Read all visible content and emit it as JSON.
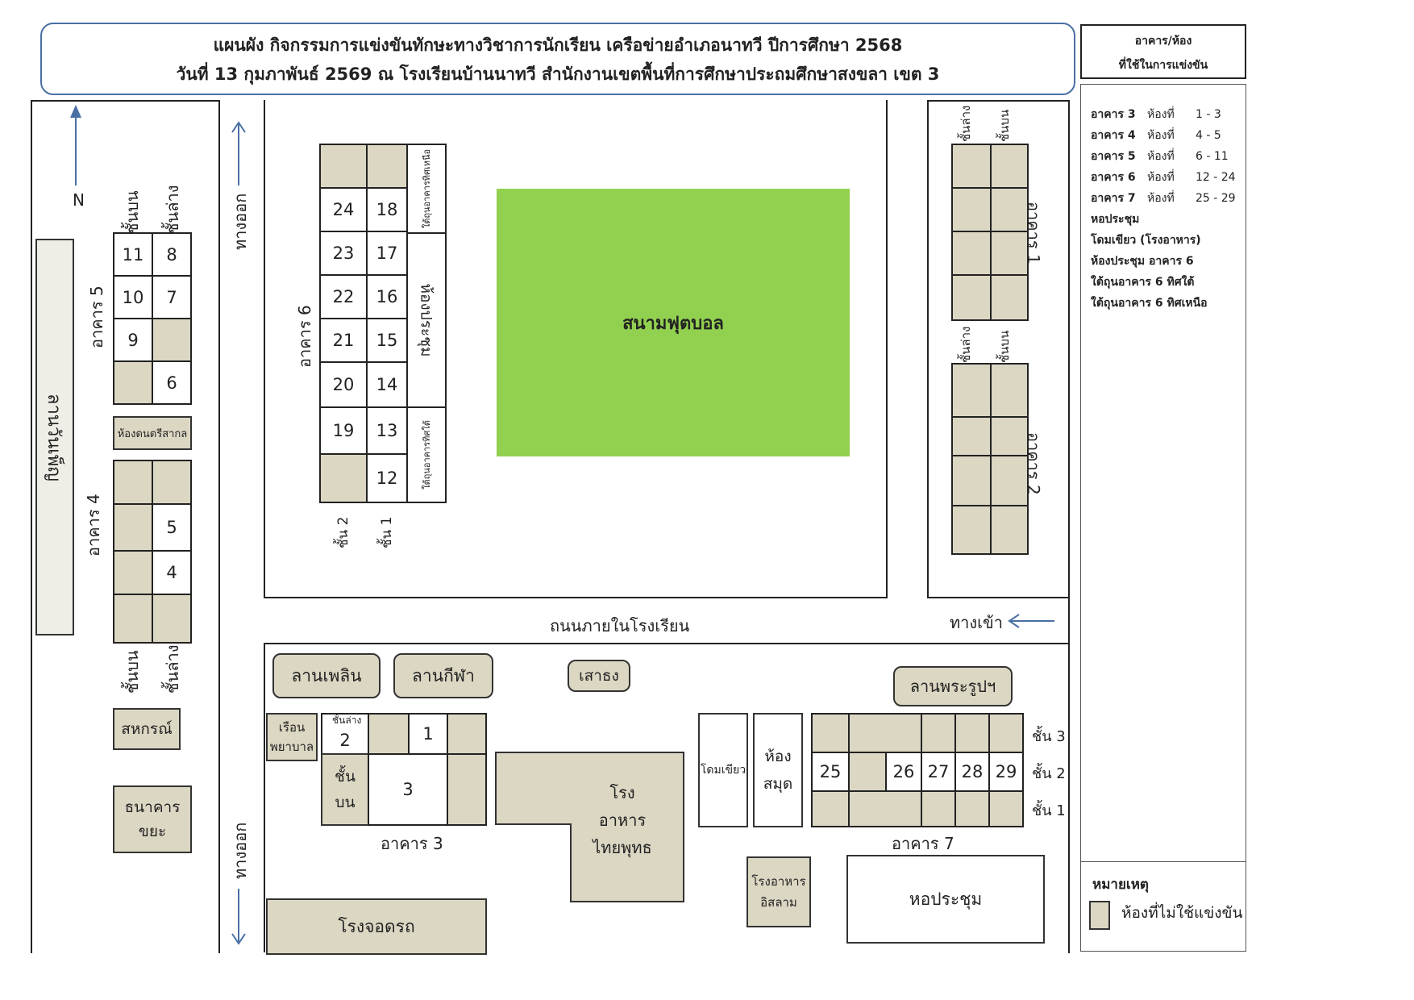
{
  "title": {
    "line1": "แผนผัง กิจกรรมการแข่งขันทักษะทางวิชาการนักเรียน  เครือข่ายอำเภอนาทวี  ปีการศึกษา 2568",
    "line2": "วันที่ 13  กุมภาพันธ์  2569  ณ โรงเรียนบ้านนาทวี  สำนักงานเขตพื้นที่การศึกษาประถมศึกษาสงขลา เขต 3"
  },
  "sidebar": {
    "header_line1": "อาคาร/ห้อง",
    "header_line2": "ที่ใช้ในการแข่งขัน",
    "legend": [
      {
        "building": "อาคาร 3",
        "room_word": "ห้องที่",
        "range": "1 - 3"
      },
      {
        "building": "อาคาร 4",
        "room_word": "ห้องที่",
        "range": "4 - 5"
      },
      {
        "building": "อาคาร 5",
        "room_word": "ห้องที่",
        "range": "6 - 11"
      },
      {
        "building": "อาคาร 6",
        "room_word": "ห้องที่",
        "range": "12 - 24"
      },
      {
        "building": "อาคาร 7",
        "room_word": "ห้องที่",
        "range": "25 - 29"
      }
    ],
    "extra": [
      "หอประชุม",
      "โดมเขียว (โรงอาหาร)",
      "ห้องประชุม อาคาร 6",
      "ใต้ถุนอาคาร 6 ทิศใต้",
      "ใต้ถุนอาคาร 6 ทิศเหนือ"
    ],
    "note_title": "หมายเหตุ",
    "note_text": "ห้องที่ไม่ใช้แข่งขัน",
    "colors": {
      "unused_room": "#dcd7c3",
      "field": "#92d050",
      "frame": "#4a6fa5"
    }
  },
  "map": {
    "north": "N",
    "exit_top": "ทางออก",
    "exit_bottom": "ทางออก",
    "entrance": "ทางเข้า",
    "inner_road": "ถนนภายในโรงเรียน",
    "field": "สนามฟุตบอล",
    "lan_wan_phen": "ลานวันเพ็ญ",
    "building5": {
      "label": "อาคาร 5",
      "upper": "ชั้นบน",
      "lower": "ชั้นล่าง",
      "rooms": [
        "11",
        "8",
        "10",
        "7",
        "9",
        "6"
      ]
    },
    "dontri": "ห้องดนตรีสากล",
    "building4": {
      "label": "อาคาร 4",
      "upper": "ชั้นบน",
      "lower": "ชั้นล่าง",
      "rooms": [
        "5",
        "4"
      ]
    },
    "sahakorn": "สหกรณ์",
    "bank": "ธนาคาร ขยะ",
    "building6": {
      "label": "อาคาร 6",
      "floor2": "ชั้น 2",
      "floor1": "ชั้น 1",
      "rooms": [
        "24",
        "18",
        "23",
        "17",
        "22",
        "16",
        "21",
        "15",
        "20",
        "14",
        "19",
        "13",
        "12"
      ],
      "north_under": "ใต้ถุนอาคารทิศเหนือ",
      "meeting": "ห้องประชุม",
      "south_under": "ใต้ถุนอาคารทิศใต้"
    },
    "building1": {
      "label": "อาคาร 1",
      "lower": "ชั้นล่าง",
      "upper": "ชั้นบน"
    },
    "building2": {
      "label": "อาคาร 2",
      "lower": "ชั้นล่าง",
      "upper": "ชั้นบน"
    },
    "lan_ploen": "ลานเพลิน",
    "lan_kila": "ลานกีฬา",
    "flagpole": "เสาธง",
    "lan_phra": "ลานพระรูปฯ",
    "nurse": "เรือน พยาบาล",
    "building3": {
      "label": "อาคาร 3",
      "lower": "ชั้นล่าง",
      "upper": "ชั้น บน",
      "rooms": [
        "2",
        "1",
        "3"
      ]
    },
    "canteen_thai": "โรงอาหาร ไทยพุทธ",
    "dome": "โดมเขียว",
    "library": "ห้อง สมุด",
    "building7": {
      "label": "อาคาร 7",
      "floor3": "ชั้น 3",
      "floor2": "ชั้น 2",
      "floor1": "ชั้น 1",
      "rooms": [
        "25",
        "26",
        "27",
        "28",
        "29"
      ]
    },
    "canteen_islam": "โรงอาหาร อิสลาม",
    "hall": "หอประชุม",
    "garage": "โรงจอดรถ"
  }
}
